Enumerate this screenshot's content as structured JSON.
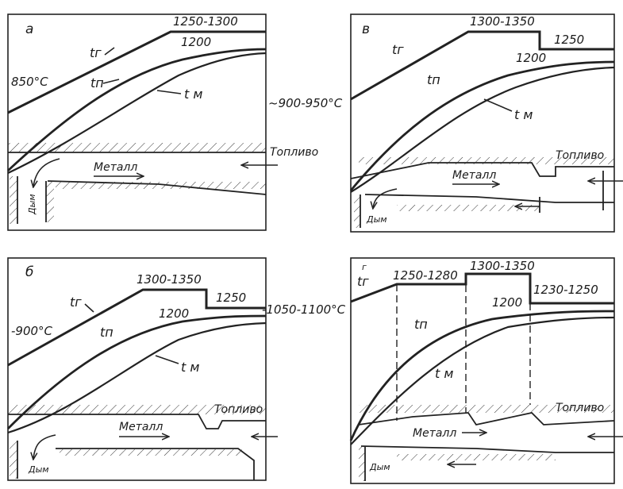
{
  "panels": {
    "a": {
      "letter": "а",
      "t_g": "tг",
      "t_p": "tп",
      "t_m": "t м",
      "start_temp": "850°C",
      "top_range": "1250-1300",
      "level": "1200",
      "side_temp": "~900-950°C",
      "fuel": "Топливо",
      "metal": "Металл",
      "smoke": "Дым"
    },
    "v": {
      "letter": "в",
      "t_g": "tг",
      "t_p": "tп",
      "t_m": "t м",
      "top_range": "1300-1350",
      "top_right": "1250",
      "level": "1200",
      "fuel": "Топливо",
      "metal": "Металл",
      "smoke": "Дым"
    },
    "b": {
      "letter": "б",
      "t_g": "tг",
      "t_p": "tп",
      "t_m": "t м",
      "start_temp": "-900°C",
      "top_range": "1300-1350",
      "top_right": "1250",
      "level": "1200",
      "side_temp": "-1050-1100°C",
      "fuel": "Топливо",
      "metal": "Металл",
      "smoke": "Дым"
    },
    "g": {
      "letter": "г",
      "t_g": "tг",
      "t_p": "tп",
      "t_m": "t м",
      "range_1": "1250-1280",
      "range_2": "1300-1350",
      "range_3": "1230-1250",
      "level": "1200",
      "fuel": "Топливо",
      "metal": "Металл",
      "smoke": "Дым"
    }
  }
}
